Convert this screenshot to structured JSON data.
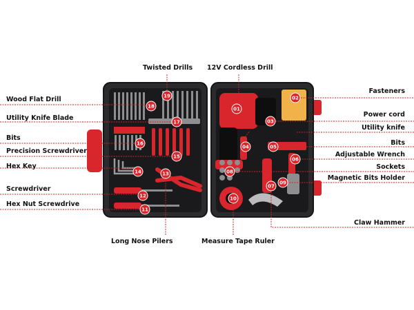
{
  "labels": [
    {
      "num": "01",
      "name": "12V Cordless Drill"
    },
    {
      "num": "02",
      "name": "Fasteners"
    },
    {
      "num": "03",
      "name": "Power cord"
    },
    {
      "num": "04",
      "name": "Utility knife"
    },
    {
      "num": "05",
      "name": "Bits"
    },
    {
      "num": "06",
      "name": "Adjustable Wrench"
    },
    {
      "num": "07",
      "name": "Claw Hammer"
    },
    {
      "num": "08",
      "name": "Sockets"
    },
    {
      "num": "09",
      "name": "Magnetic Bits Holder"
    },
    {
      "num": "10",
      "name": "Measure Tape Ruler"
    },
    {
      "num": "11",
      "name": "Hex Nut Screwdrive"
    },
    {
      "num": "12",
      "name": "Screwdriver"
    },
    {
      "num": "13",
      "name": "Long Nose Pilers"
    },
    {
      "num": "14",
      "name": "Hex Key"
    },
    {
      "num": "15",
      "name": "Precision Screwdriver"
    },
    {
      "num": "16",
      "name": "Bits"
    },
    {
      "num": "17",
      "name": "Utility Knife Blade"
    },
    {
      "num": "18",
      "name": "Wood Flat Drill"
    },
    {
      "num": "19",
      "name": "Twisted Drills"
    }
  ],
  "colors": {
    "accent": "#d8262c",
    "case": "#2b2b2d",
    "text": "#111111"
  }
}
